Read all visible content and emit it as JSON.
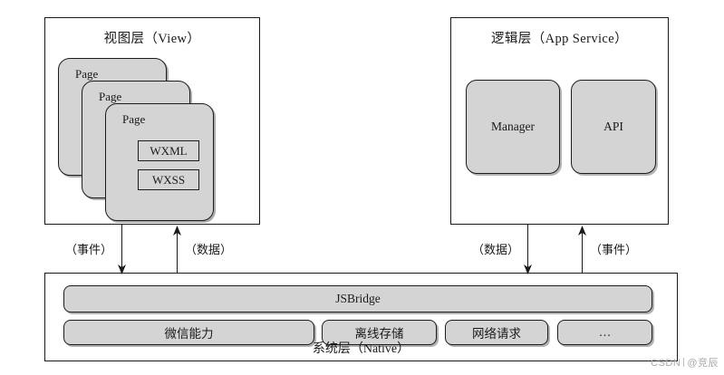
{
  "diagram": {
    "title": "WeChat Mini Program Architecture",
    "colors": {
      "box_fill": "#d4d4d4",
      "stroke": "#1a1a1a",
      "background": "#ffffff",
      "watermark": "#a8a8a8"
    }
  },
  "view_layer": {
    "title": "视图层（View）",
    "pages": [
      {
        "label": "Page"
      },
      {
        "label": "Page"
      },
      {
        "label": "Page"
      }
    ],
    "front_page_items": [
      {
        "label": "WXML"
      },
      {
        "label": "WXSS"
      }
    ]
  },
  "service_layer": {
    "title": "逻辑层（App Service）",
    "boxes": [
      {
        "label": "Manager"
      },
      {
        "label": "API"
      }
    ]
  },
  "native_layer": {
    "title": "系统层（Native）",
    "bridge": {
      "label": "JSBridge"
    },
    "capabilities": [
      {
        "label": "微信能力"
      },
      {
        "label": "离线存储"
      },
      {
        "label": "网络请求"
      },
      {
        "label": "…"
      }
    ]
  },
  "connectors": [
    {
      "id": "view-down",
      "label": "（事件）",
      "direction": "down"
    },
    {
      "id": "view-up",
      "label": "（数据）",
      "direction": "up"
    },
    {
      "id": "service-down",
      "label": "（数据）",
      "direction": "down"
    },
    {
      "id": "service-up",
      "label": "（事件）",
      "direction": "up"
    }
  ],
  "watermark": {
    "brand": "CSDN",
    "handle": "@竞辰"
  }
}
